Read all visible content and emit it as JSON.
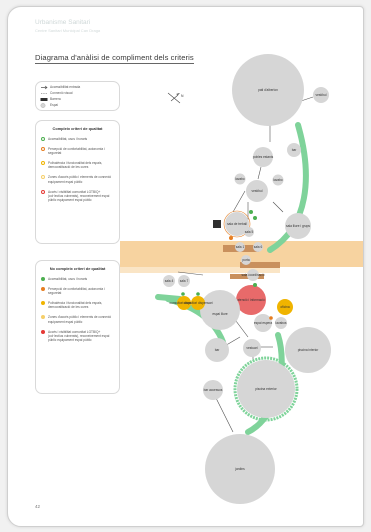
{
  "header": {
    "title": "Urbanisme Sanitari",
    "subtitle": "Centre Sanitari Municipal Can Draga"
  },
  "document": {
    "title": "Diagrama d'anàlisi de compliment dels criteris",
    "page_number": "42"
  },
  "legend_key": {
    "items": [
      {
        "label": "Accessibilitat entrada"
      },
      {
        "label": "Connexió visual"
      },
      {
        "label": "Barrera"
      },
      {
        "label": "Espai"
      }
    ]
  },
  "legend_complies": {
    "heading": "Compleix criteri de qualitat",
    "items": [
      {
        "label": "Accessibilitat, usos i horaris",
        "color": "#4caf50"
      },
      {
        "label": "Percepció de confortabilitat, autonomia i seguretat",
        "color": "#e67e22"
      },
      {
        "label": "Polivalència i funcionalitat dels espais, democratització de les cures",
        "color": "#f0b400"
      },
      {
        "label": "Zones d'accés públic i elements de connexió equipament espai públic",
        "color": "#f5cf6a"
      },
      {
        "label": "Accés i visibilitat comunitat LGTBIQ+ (col·lectius vulnerats), reconeixement espai públic equipament espai públic",
        "color": "#e53935"
      }
    ]
  },
  "legend_not_complies": {
    "heading": "No compleix criteri de qualitat",
    "items": [
      {
        "label": "Accessibilitat, usos i horaris",
        "color": "#4caf50"
      },
      {
        "label": "Percepció de confortabilitat, autonomia i seguretat",
        "color": "#e67e22"
      },
      {
        "label": "Polivalència i funcionalitat dels espais, democratització de les cures",
        "color": "#f0b400"
      },
      {
        "label": "Zones d'accés públic i elements de connexió equipament espai públic",
        "color": "#f5cf6a"
      },
      {
        "label": "Accés i visibilitat comunitat LGTBIQ+ (col·lectius vulnerats), reconeixement espai públic equipament espai públic",
        "color": "#e53935"
      }
    ]
  },
  "diagram": {
    "north_label": "N",
    "colors": {
      "space": "#d6d6d6",
      "space_stroke": "#b8b8b8",
      "connection": "#7fd39a",
      "barrier": "#2f2f2f",
      "band": "#f7d3a0",
      "band_brown": "#c9905d"
    },
    "nodes": [
      {
        "id": "pati",
        "label": "pati d'alberlon"
      },
      {
        "id": "vestibul_top",
        "label": "vestíbul"
      },
      {
        "id": "pobles",
        "label": "pobles estanis"
      },
      {
        "id": "bar_top",
        "label": "bar"
      },
      {
        "id": "vestibul_mid",
        "label": "vestíbul"
      },
      {
        "id": "lavabo1",
        "label": "lavabo"
      },
      {
        "id": "lavabo2",
        "label": "lavabo"
      },
      {
        "id": "sala_treball",
        "label": "sala de treball"
      },
      {
        "id": "sala_5",
        "label": "sala 5"
      },
      {
        "id": "sala_1",
        "label": "sala 1"
      },
      {
        "id": "sala_lliure",
        "label": "sala lliure i grups"
      },
      {
        "id": "sala_6",
        "label": "sala 6"
      },
      {
        "id": "sala_4",
        "label": "sala 4"
      },
      {
        "id": "sala_7",
        "label": "sala 7"
      },
      {
        "id": "sala_cord",
        "label": "sala coordinació"
      },
      {
        "id": "porta",
        "label": "porta"
      },
      {
        "id": "atencio",
        "label": "atenció i informació"
      },
      {
        "id": "oficina",
        "label": "oficina"
      },
      {
        "id": "espai_lliure",
        "label": "espai lliure"
      },
      {
        "id": "espai_espera",
        "label": "espai espera"
      },
      {
        "id": "lavabos_bottom",
        "label": "lavabos"
      },
      {
        "id": "consultori1",
        "label": "consultori dispensari"
      },
      {
        "id": "consultori2",
        "label": "consultori dispensari"
      },
      {
        "id": "bar_bottom",
        "label": "bar"
      },
      {
        "id": "vestuari",
        "label": "vestuari"
      },
      {
        "id": "piscina_interior",
        "label": "piscina interior"
      },
      {
        "id": "piscina_exterior",
        "label": "piscina exterior"
      },
      {
        "id": "bar_accessos",
        "label": "bar accessos"
      },
      {
        "id": "jardins",
        "label": "jardins"
      }
    ]
  }
}
